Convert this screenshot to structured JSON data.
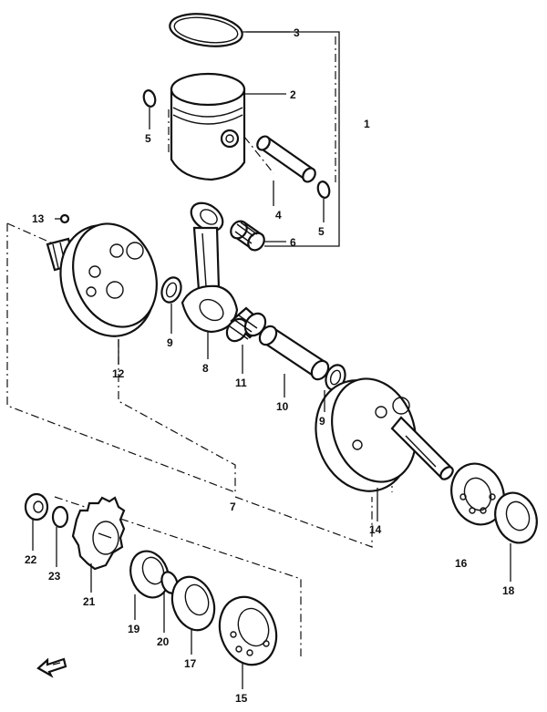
{
  "labels": {
    "p1": "1",
    "p2": "2",
    "p3": "3",
    "p4": "4",
    "p5a": "5",
    "p5b": "5",
    "p6": "6",
    "p7": "7",
    "p8": "8",
    "p9a": "9",
    "p9b": "9",
    "p10": "10",
    "p11": "11",
    "p12": "12",
    "p13": "13",
    "p14": "14",
    "p15": "15",
    "p16": "16",
    "p17": "17",
    "p18": "18",
    "p19": "19",
    "p20": "20",
    "p21": "21",
    "p22": "22",
    "p23": "23"
  },
  "icons": {
    "front_arrow": "front-direction-arrow-icon"
  }
}
